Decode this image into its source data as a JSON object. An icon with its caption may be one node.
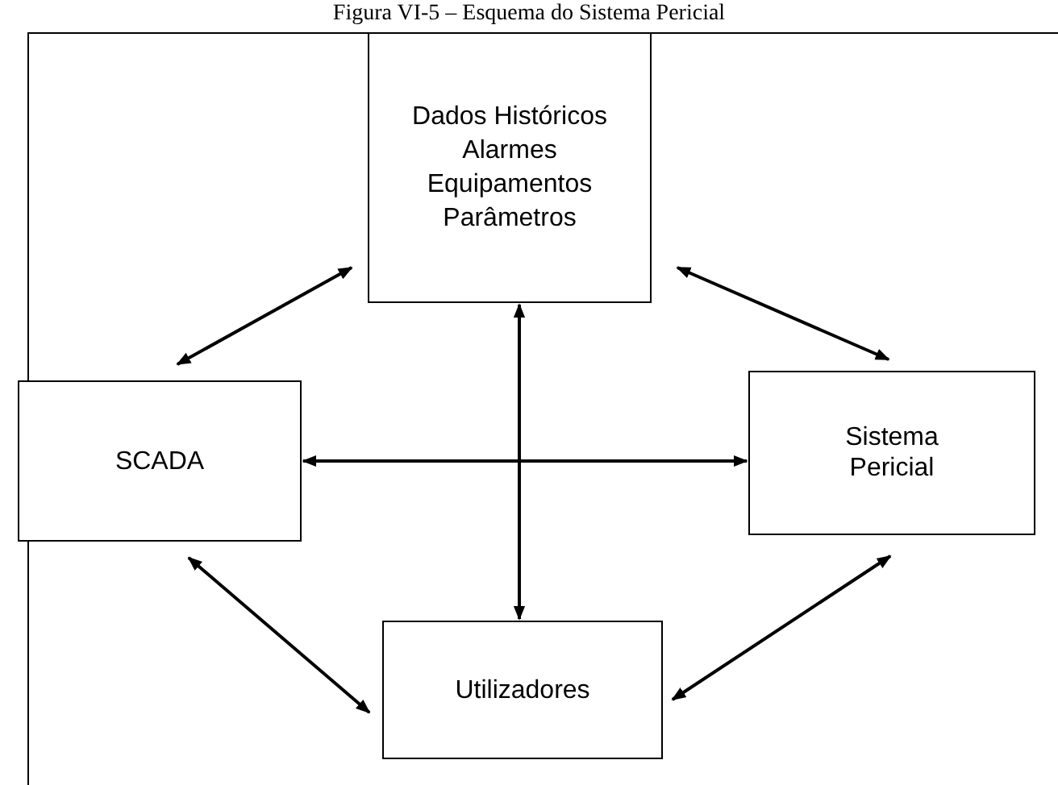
{
  "diagram": {
    "title": "Figura VI-5 – Esquema do Sistema Pericial",
    "nodes": [
      {
        "text": [
          "Dados Históricos",
          "Alarmes",
          "Equipamentos",
          "Parâmetros"
        ]
      },
      {
        "text": [
          "SCADA"
        ]
      },
      {
        "text": [
          "Sistema Pericial"
        ]
      },
      {
        "text": [
          "Utilizadores"
        ]
      }
    ],
    "edges": [
      {
        "from": 1,
        "to": 0,
        "arrow": "both"
      },
      {
        "from": 0,
        "to": 2,
        "arrow": "both"
      },
      {
        "from": 1,
        "to": 2,
        "arrow": "both"
      },
      {
        "from": 0,
        "to": 3,
        "arrow": "both"
      },
      {
        "from": 1,
        "to": 3,
        "arrow": "both"
      },
      {
        "from": 3,
        "to": 2,
        "arrow": "both"
      }
    ]
  }
}
